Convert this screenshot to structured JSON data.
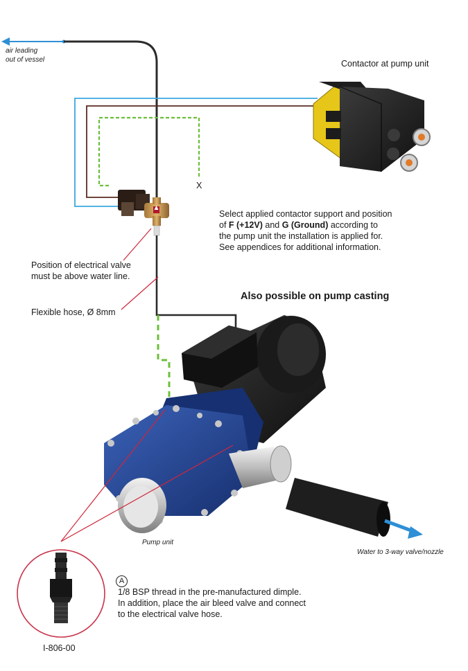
{
  "labels": {
    "air_leading": "air leading",
    "out_of_vessel": "out of vessel",
    "contactor": "Contactor at pump unit",
    "x_mark": "X",
    "select_line1": "Select applied contactor support and position",
    "select_line2_pre": "of ",
    "select_line2_f": "F (+12V)",
    "select_line2_mid": " and ",
    "select_line2_g": "G (Ground)",
    "select_line2_post": " according to",
    "select_line3": "the pump unit the installation is applied for.",
    "select_line4": "See appendices for additional information.",
    "valve_pos_line1": "Position of electrical valve",
    "valve_pos_line2": "must be above water line.",
    "flex_hose": "Flexible hose, Ø 8mm",
    "also_possible": "Also possible on pump casting",
    "pump_unit": "Pump unit",
    "water_to": "Water to 3-way valve/nozzle",
    "a_mark": "A",
    "note_line1": "1/8 BSP thread in the pre-manufactured dimple.",
    "note_line2": "In addition, place the air bleed valve and connect",
    "note_line3": "to the electrical valve hose.",
    "part_no": "I-806-00"
  },
  "colors": {
    "air_arrow": "#2e8fd6",
    "blue_wire": "#3aa7e0",
    "brown_wire": "#5a2b20",
    "green_dash": "#6cbf3a",
    "hose": "#2b2b2b",
    "pointer_red": "#d0263a",
    "pump_blue": "#1f3f8f",
    "contactor_yellow": "#e6c618",
    "contactor_black": "#1c1c1c"
  }
}
